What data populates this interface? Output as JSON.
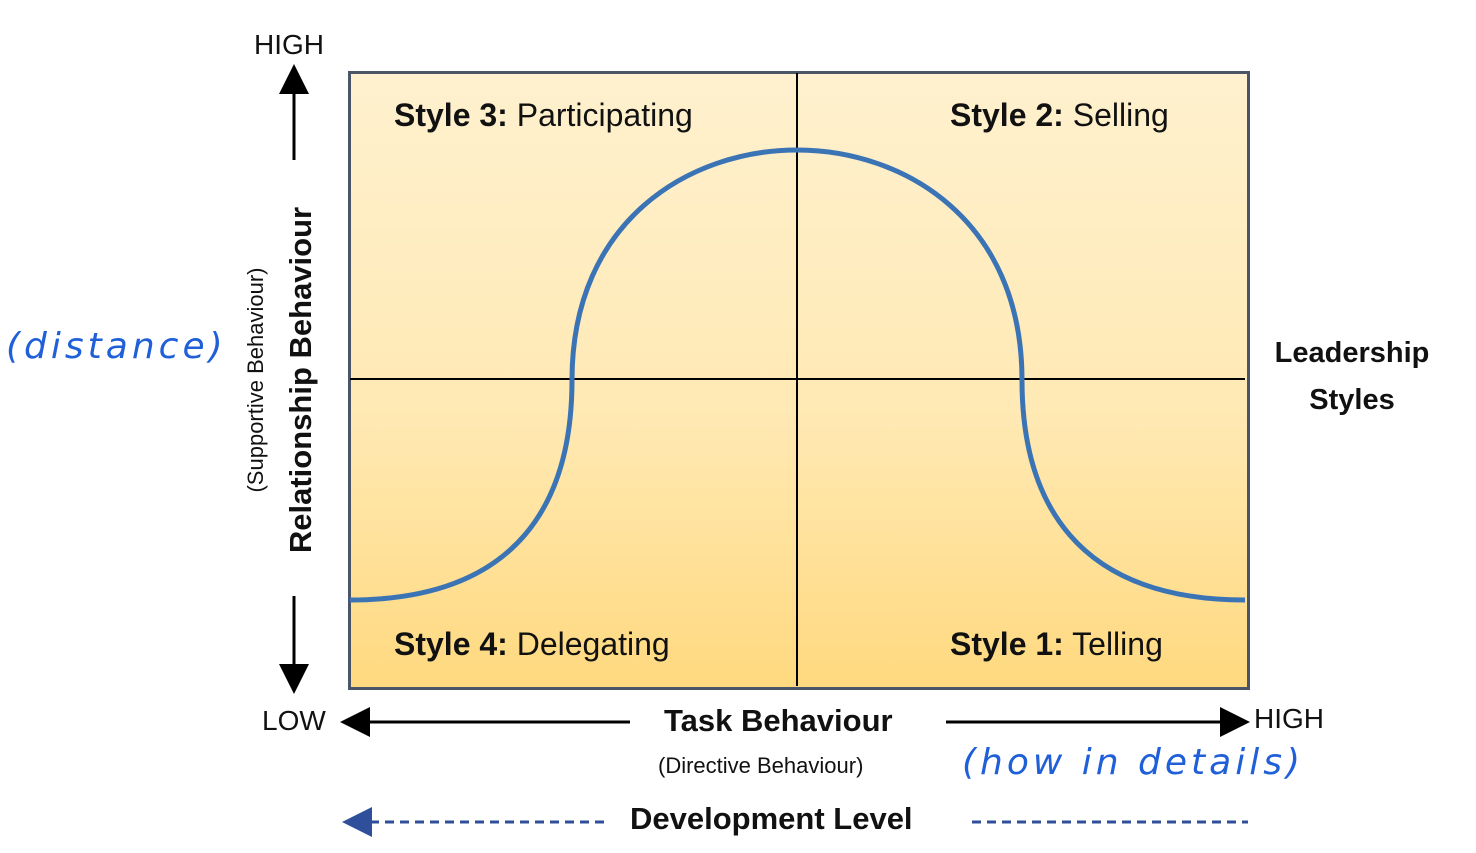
{
  "axes": {
    "y_top": "HIGH",
    "x_left": "LOW",
    "x_right": "HIGH",
    "y_title": "Relationship Behaviour",
    "y_subtitle": "(Supportive Behaviour)",
    "x_title": "Task Behaviour",
    "x_subtitle": "(Directive Behaviour)",
    "bottom_title": "Development Level",
    "right_title_line1": "Leadership",
    "right_title_line2": "Styles"
  },
  "quadrants": {
    "q3": {
      "bold": "Style 3:",
      "name": "Participating"
    },
    "q2": {
      "bold": "Style 2:",
      "name": "Selling"
    },
    "q4": {
      "bold": "Style 4:",
      "name": "Delegating"
    },
    "q1": {
      "bold": "Style 1:",
      "name": "Telling"
    }
  },
  "annotations": {
    "left": "(distance)",
    "bottom": "(how in details)"
  },
  "colors": {
    "curve": "#3b74b5",
    "handwriting": "#1f5fd8",
    "dashed_arrow": "#2f4f9a",
    "box_border": "#4a5568"
  }
}
